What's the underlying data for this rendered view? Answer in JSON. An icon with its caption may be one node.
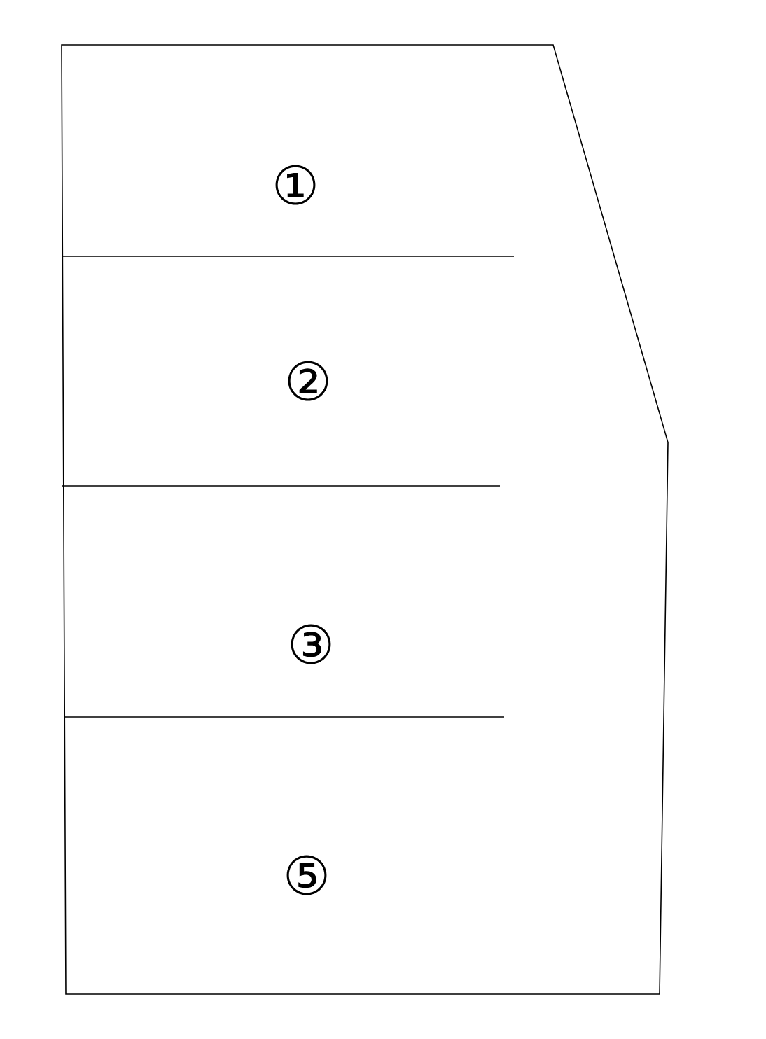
{
  "diagram": {
    "labels": [
      "①",
      "②",
      "③",
      "⑤"
    ]
  }
}
